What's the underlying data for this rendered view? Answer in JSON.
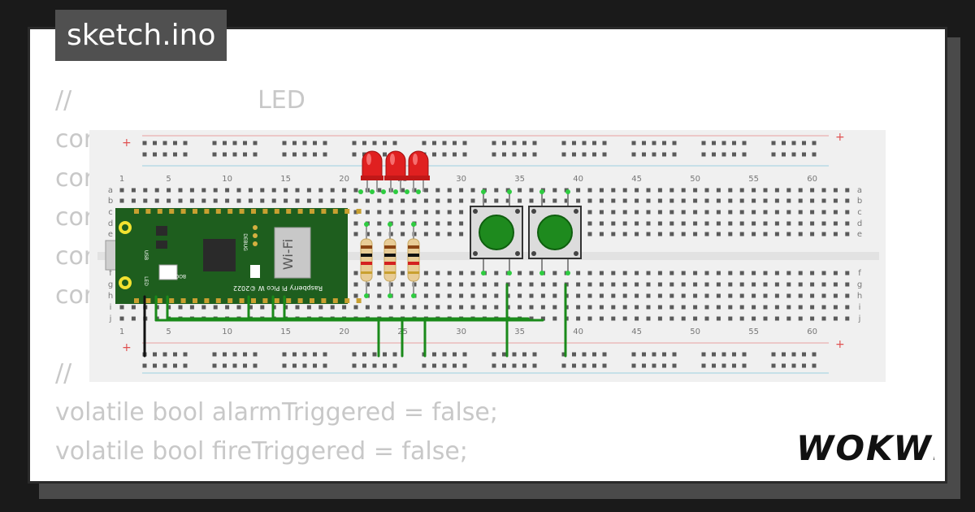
{
  "sketch": {
    "filename": "sketch.ino"
  },
  "code": {
    "lines": [
      "//                        LED",
      "cor",
      "cor",
      "cor",
      "cor",
      "cor",
      "",
      "//",
      "volatile bool alarmTriggered = false;",
      "volatile bool fireTriggered = false;"
    ]
  },
  "breadboard": {
    "column_numbers": [
      "1",
      "5",
      "10",
      "15",
      "20",
      "25",
      "30",
      "35",
      "40",
      "45",
      "50",
      "55",
      "60"
    ],
    "row_letters_top": [
      "a",
      "b",
      "c",
      "d",
      "e"
    ],
    "row_letters_bottom": [
      "f",
      "g",
      "h",
      "i",
      "j"
    ],
    "rail_plus": "+",
    "rail_minus": "-"
  },
  "pico": {
    "model_label": "Raspberry Pi Pico W ©2022",
    "wifi_label": "Wi-Fi",
    "debug_label": "DEBUG",
    "usb_label": "USB",
    "bootsel_label": "BOOTSEL",
    "led_label": "LED"
  },
  "components": {
    "leds": [
      {
        "color": "#e02020"
      },
      {
        "color": "#e02020"
      },
      {
        "color": "#e02020"
      }
    ],
    "resistor_count": 3,
    "pushbuttons": [
      {
        "cap_color": "#1e8a1e"
      },
      {
        "cap_color": "#1e8a1e"
      }
    ],
    "wire_color": "#1a8a1a"
  },
  "brand": {
    "logo_text": "WOKWi"
  }
}
